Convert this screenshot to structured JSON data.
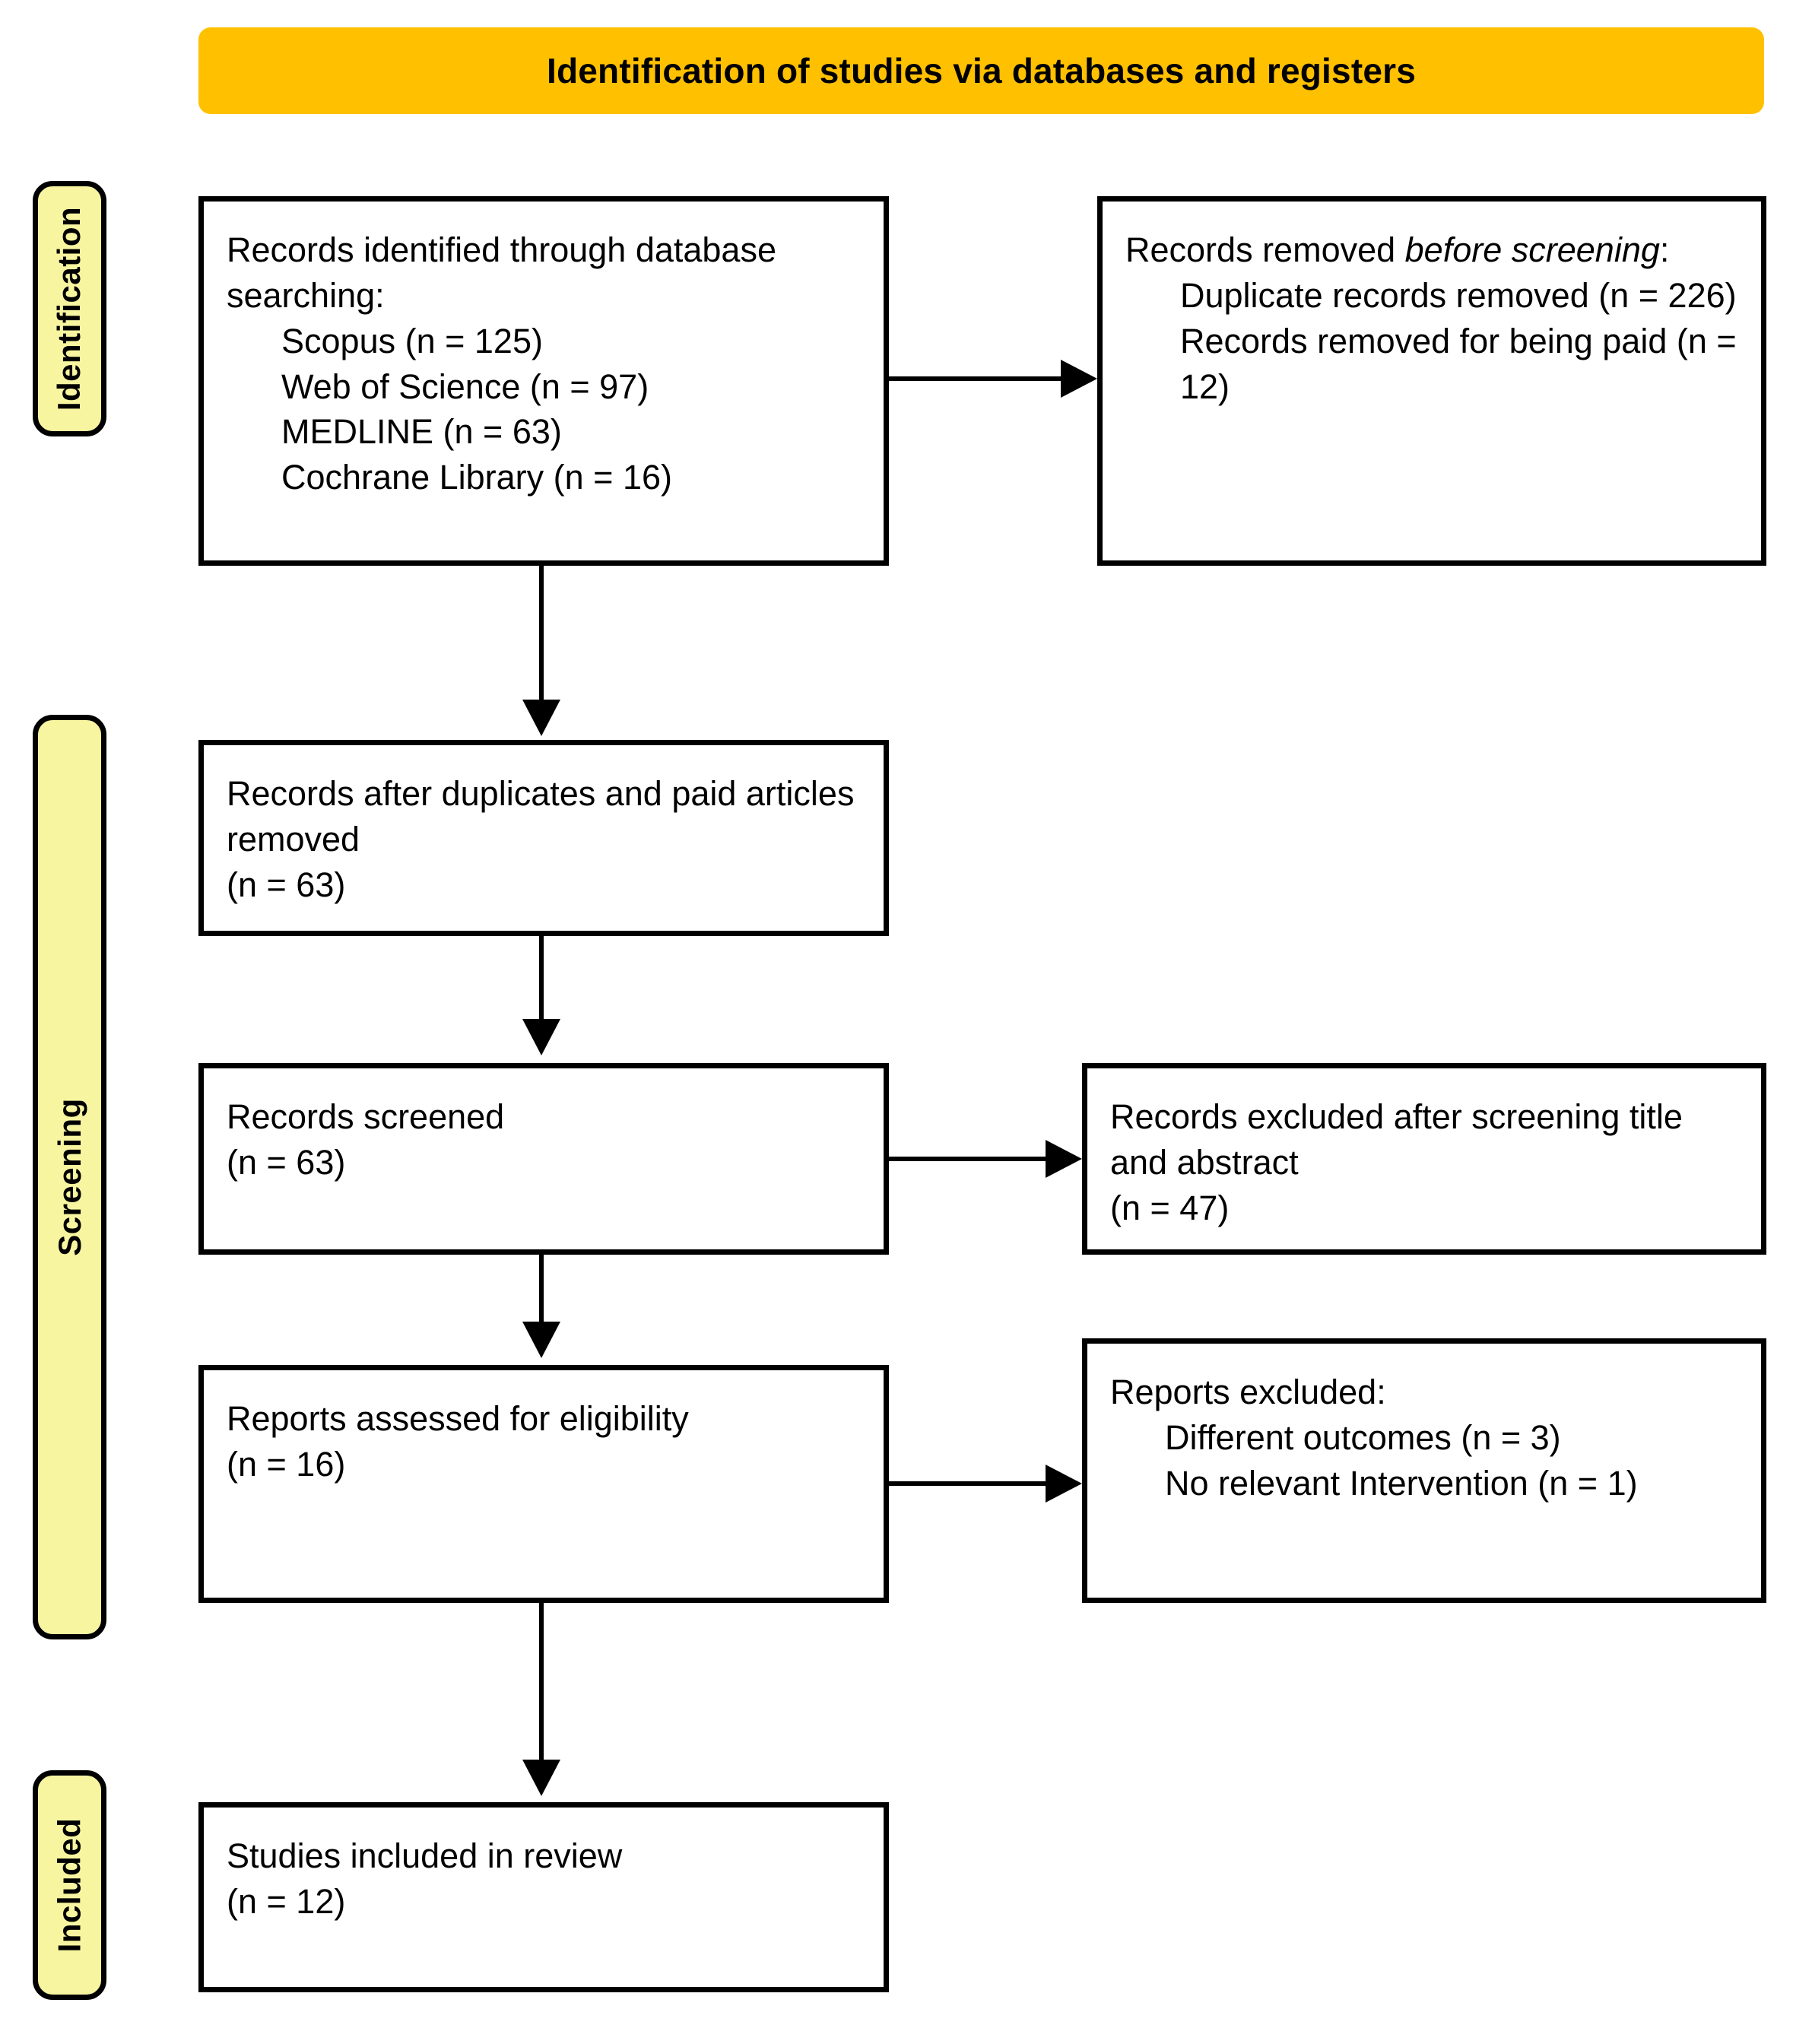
{
  "banner": {
    "title": "Identification of studies via databases and registers",
    "color": "#FFC000"
  },
  "stages": {
    "identification": "Identification",
    "screening": "Screening",
    "included": "Included",
    "color": "#F7F5A0"
  },
  "boxes": {
    "identified": {
      "heading": "Records identified through database searching:",
      "items": [
        "Scopus (n = 125)",
        "Web of Science (n = 97)",
        "MEDLINE (n = 63)",
        "Cochrane Library (n = 16)"
      ]
    },
    "removed_before_screening": {
      "heading_plain": "Records removed ",
      "heading_italic": "before screening",
      "heading_tail": ":",
      "items": [
        "Duplicate records removed (n = 226)",
        "Records removed for being paid (n = 12)"
      ]
    },
    "after_duplicates": {
      "text": "Records after duplicates and paid articles removed\n(n = 63)"
    },
    "records_screened": {
      "text": "Records screened\n(n = 63)"
    },
    "records_excluded": {
      "text": "Records excluded after screening title and abstract\n(n = 47)"
    },
    "reports_assessed": {
      "text": "Reports assessed for eligibility\n(n = 16)"
    },
    "reports_excluded": {
      "heading": "Reports excluded:",
      "items": [
        "Different outcomes (n = 3)",
        "No relevant Intervention (n = 1)"
      ]
    },
    "studies_included": {
      "text": "Studies included in review\n(n = 12)"
    }
  }
}
